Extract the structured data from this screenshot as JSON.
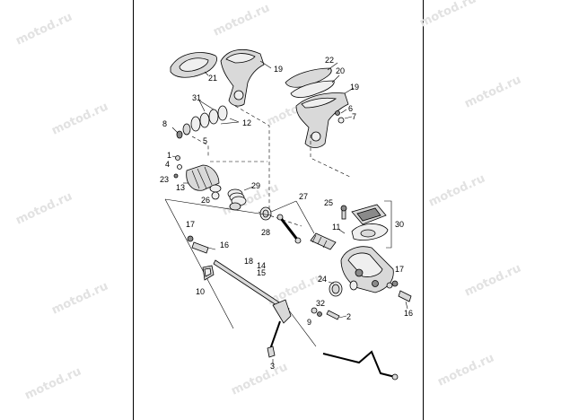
{
  "watermark": "motod.ru",
  "labels": {
    "l21": "21",
    "l19a": "19",
    "l22": "22",
    "l20": "20",
    "l19b": "19",
    "l31": "31",
    "l12": "12",
    "l8": "8",
    "l5": "5",
    "l6": "6",
    "l7": "7",
    "l1": "1",
    "l4": "4",
    "l23": "23",
    "l13": "13",
    "l26": "26",
    "l29": "29",
    "l27": "27",
    "l25": "25",
    "l30": "30",
    "l11": "11",
    "l28": "28",
    "l17a": "17",
    "l16a": "16",
    "l18": "18",
    "l14": "14",
    "l15": "15",
    "l10": "10",
    "l24": "24",
    "l17b": "17",
    "l32": "32",
    "l9": "9",
    "l2": "2",
    "l16b": "16",
    "l3": "3"
  }
}
